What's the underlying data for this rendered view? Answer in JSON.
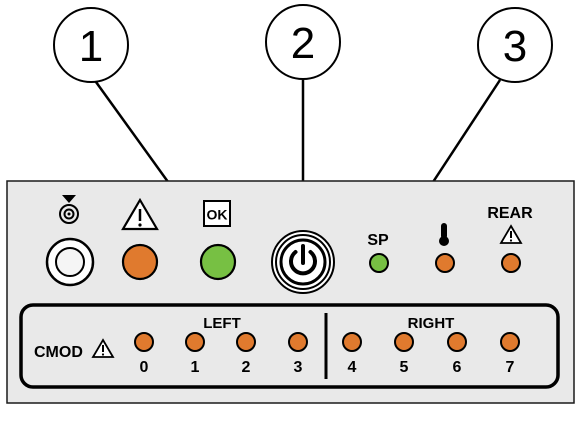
{
  "callouts": [
    "1",
    "2",
    "3"
  ],
  "leds": {
    "ok_box_label": "OK",
    "sp_label": "SP",
    "rear_label": "REAR"
  },
  "cmod": {
    "label": "CMOD",
    "left_label": "LEFT",
    "right_label": "RIGHT",
    "slots": [
      "0",
      "1",
      "2",
      "3",
      "4",
      "5",
      "6",
      "7"
    ]
  },
  "colors": {
    "panel": "#e9e9e9",
    "amber_led": "#e07a2e",
    "green_led": "#77c043",
    "white_button": "#f5f5f5",
    "outline": "#1a1a1a"
  }
}
